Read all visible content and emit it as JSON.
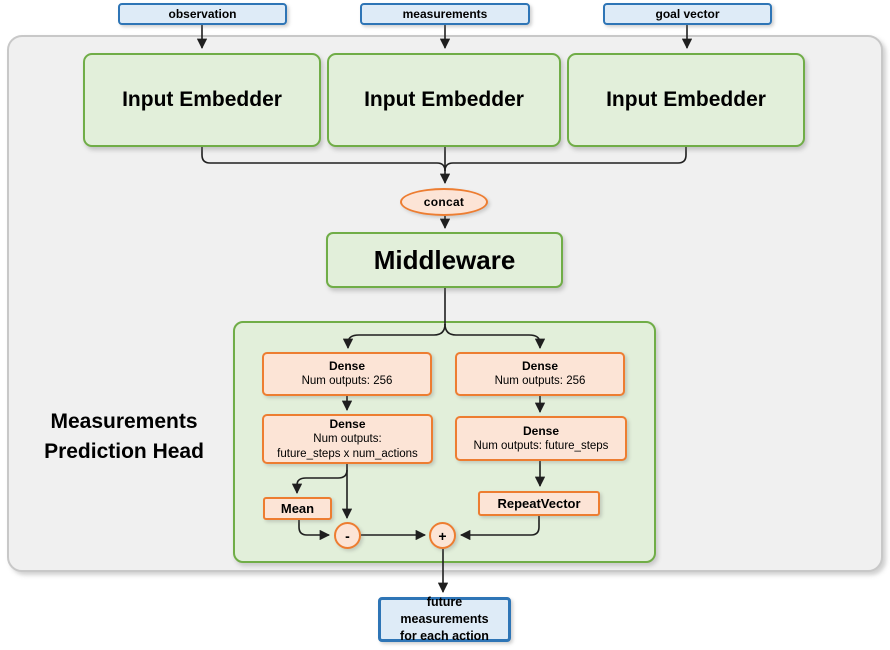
{
  "colors": {
    "blue_border": "#2E75B6",
    "blue_fill": "#DEEBF7",
    "green_border": "#70AD47",
    "green_fill": "#E2EFDA",
    "panel_fill": "#F0F0F0",
    "panel_border": "#C8C8C8",
    "orange_border": "#ED7D31",
    "orange_fill": "#FCE4D6",
    "line": "#1F1F1F"
  },
  "inputs": [
    {
      "label": "observation"
    },
    {
      "label": "measurements"
    },
    {
      "label": "goal vector"
    }
  ],
  "embedders": [
    {
      "label": "Input Embedder"
    },
    {
      "label": "Input Embedder"
    },
    {
      "label": "Input Embedder"
    }
  ],
  "concat": {
    "label": "concat"
  },
  "middleware": {
    "label": "Middleware"
  },
  "head": {
    "title": {
      "line1": "Measurements",
      "line2": "Prediction Head"
    },
    "left": {
      "dense1": {
        "title": "Dense",
        "sub1": "Num outputs: 256"
      },
      "dense2": {
        "title": "Dense",
        "sub1": "Num outputs:",
        "sub2": "future_steps x num_actions"
      },
      "mean": {
        "label": "Mean"
      },
      "minus": {
        "label": "-"
      }
    },
    "right": {
      "dense1": {
        "title": "Dense",
        "sub1": "Num outputs: 256"
      },
      "dense2": {
        "title": "Dense",
        "sub1": "Num outputs: future_steps"
      },
      "repeat": {
        "label": "RepeatVector"
      },
      "plus": {
        "label": "+"
      }
    }
  },
  "output": {
    "line1": "future measurements",
    "line2": "for each action"
  }
}
